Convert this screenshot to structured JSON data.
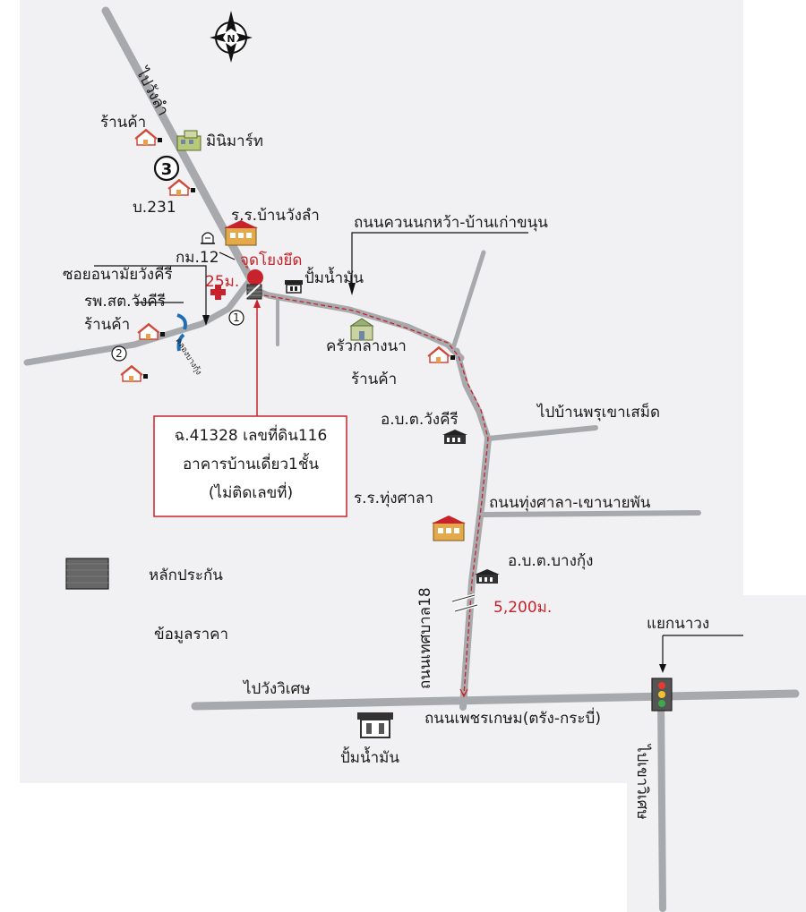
{
  "map": {
    "labels": {
      "to_wang_lam": "ไปวังลำ",
      "shop_top": "ร้านค้า",
      "minimart": "มินิมาร์ท",
      "route_no": "3",
      "village_231": "บ.231",
      "school_ban_wang_lam": "ร.ร.บ้านวังลำ",
      "road_khuan_nok_wa": "ถนนควนนกหว้า-บ้านเก่าขนุน",
      "km_marker": "กม.12",
      "ref_point": "จุดโยงยึด",
      "gas_station_top": "ปั้มน้ำมัน",
      "soi_anamai": "ซอยอนามัยวังคีรี",
      "health_center": "รพ.สต.วังคีรี",
      "distance_near": "25ม.",
      "shop_left": "ร้านค้า",
      "circle_1": "1",
      "circle_2": "2",
      "canal": "คลองบางกุ้ง",
      "restaurant": "ครัวกลางนา",
      "shop_mid": "ร้านค้า",
      "sao_wang_khiri": "อ.บ.ต.วังคีรี",
      "to_ban_phru": "ไปบ้านพรุเขาเสม็ด",
      "school_thung_sala": "ร.ร.ทุ่งศาลา",
      "road_thung_sala": "ถนนทุ่งศาลา-เขานายพัน",
      "sao_bang_kung": "อ.บ.ต.บางกุ้ง",
      "distance_far": "5,200ม.",
      "road_thetsaban18": "ถนนเทศบาล18",
      "junction_na_wong": "แยกนาวง",
      "to_wang_wiset": "ไปวังวิเศษ",
      "road_phetkasem": "ถนนเพชรเกษม(ตรัง-กระบี่)",
      "gas_station_bottom": "ปั้มน้ำมัน",
      "to_khao_wiset": "ไปเขาวิเศษ",
      "north": "N"
    },
    "parcel_box": {
      "line1": "ฉ.41328 เลขที่ดิน116",
      "line2": "อาคารบ้านเดี่ยว1ชั้น",
      "line3": "(ไม่ติดเลขที่)"
    },
    "legend": {
      "collateral": "หลักประกัน",
      "price_info": "ข้อมูลราคา"
    },
    "colors": {
      "road": "#a7a9ac",
      "accent_red": "#c8232c",
      "background": "#f1f1f3"
    }
  }
}
